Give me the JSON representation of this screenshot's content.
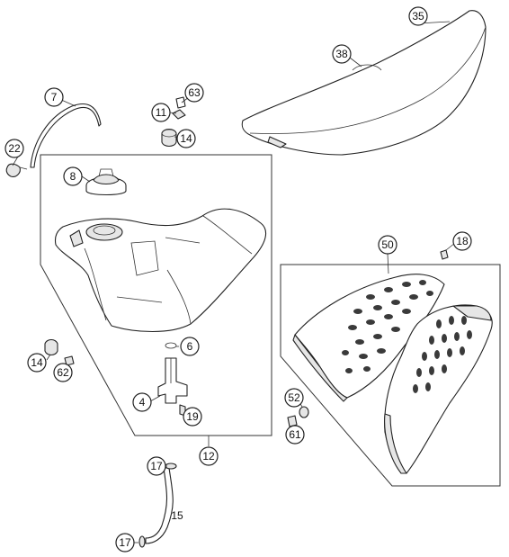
{
  "callouts": {
    "c35": "35",
    "c38": "38",
    "c7": "7",
    "c11": "11",
    "c63": "63",
    "c14a": "14",
    "c22": "22",
    "c8": "8",
    "c50": "50",
    "c18": "18",
    "c6": "6",
    "c14b": "14",
    "c62": "62",
    "c4": "4",
    "c19": "19",
    "c52": "52",
    "c61": "61",
    "c12": "12",
    "c17a": "17",
    "c15": "15",
    "c17b": "17"
  },
  "colors": {
    "line": "#222222",
    "fill": "#ffffff",
    "shade": "#e6e6e6",
    "hole": "#3a3a3a"
  }
}
